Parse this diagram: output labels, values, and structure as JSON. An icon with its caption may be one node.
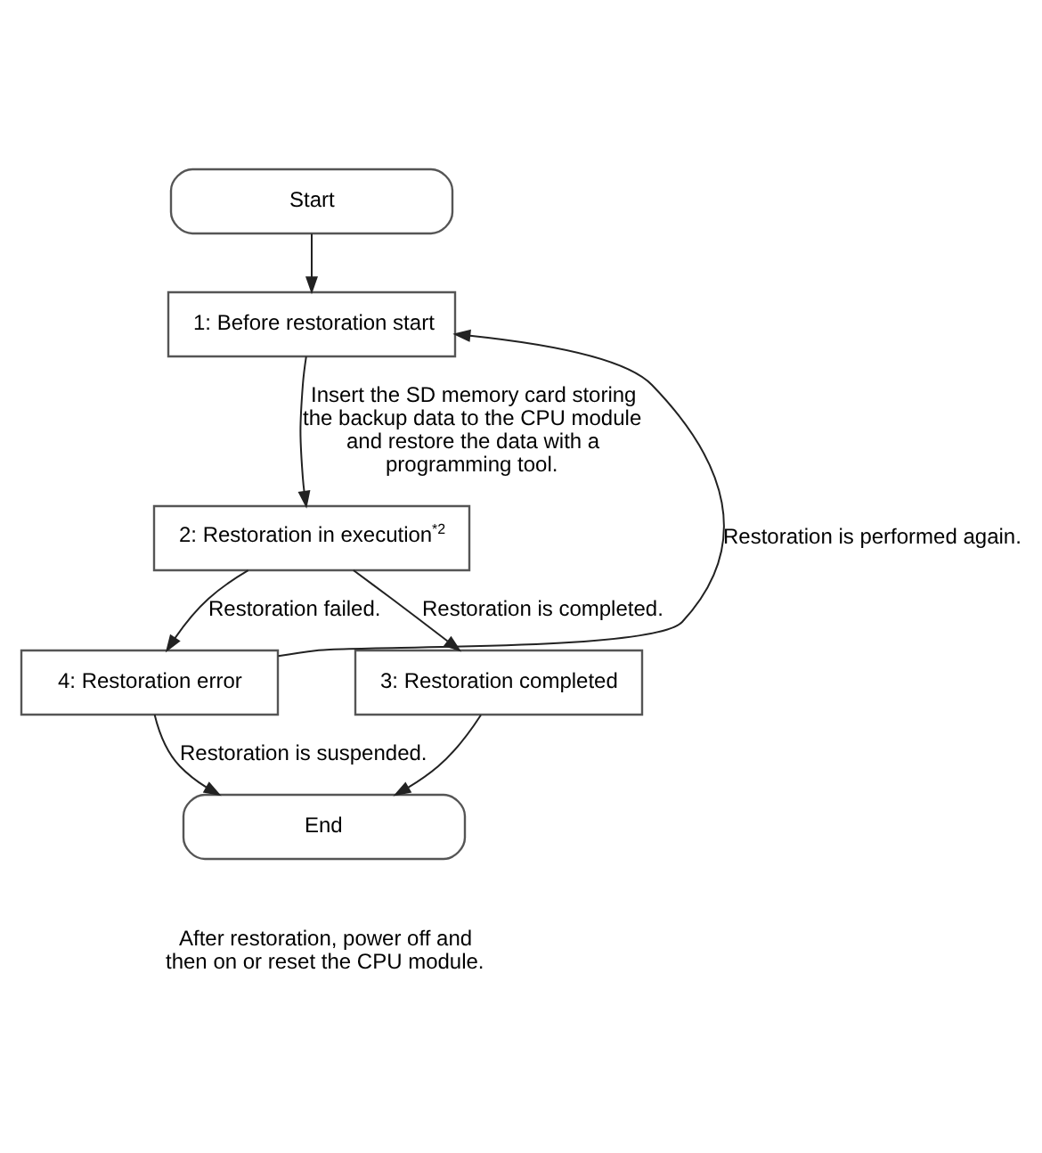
{
  "diagram": {
    "nodes": [
      {
        "text": [
          "Start"
        ]
      },
      {
        "text": [
          "1: Before restoration start"
        ]
      },
      {
        "text": [
          "2: Restoration in execution$^{*2}$"
        ]
      },
      {
        "text": [
          "4: Restoration error"
        ]
      },
      {
        "text": [
          "3: Restoration completed"
        ]
      },
      {
        "text": [
          "End"
        ],
        "beside": [
          "After restoration, power off and then on or reset the CPU module."
        ]
      }
    ],
    "edges": [
      {
        "from": 0,
        "to": 1,
        "arrow": "to"
      },
      {
        "from": 1,
        "to": 2,
        "arrow": "to",
        "label": "Insert the SD memory card storing the backup data to the CPU module and restore the data with a programming tool."
      },
      {
        "from": 2,
        "to": 3,
        "arrow": "to",
        "label": "Restoration failed."
      },
      {
        "from": 2,
        "to": 4,
        "arrow": "to",
        "label": "Restoration is completed."
      },
      {
        "from": 3,
        "to": 1,
        "arrow": "to",
        "label": "Restoration is performed again."
      },
      {
        "from": 3,
        "to": 5,
        "arrow": "to",
        "label": "Restoration is suspended."
      },
      {
        "from": 4,
        "to": 5,
        "arrow": "to"
      }
    ]
  }
}
